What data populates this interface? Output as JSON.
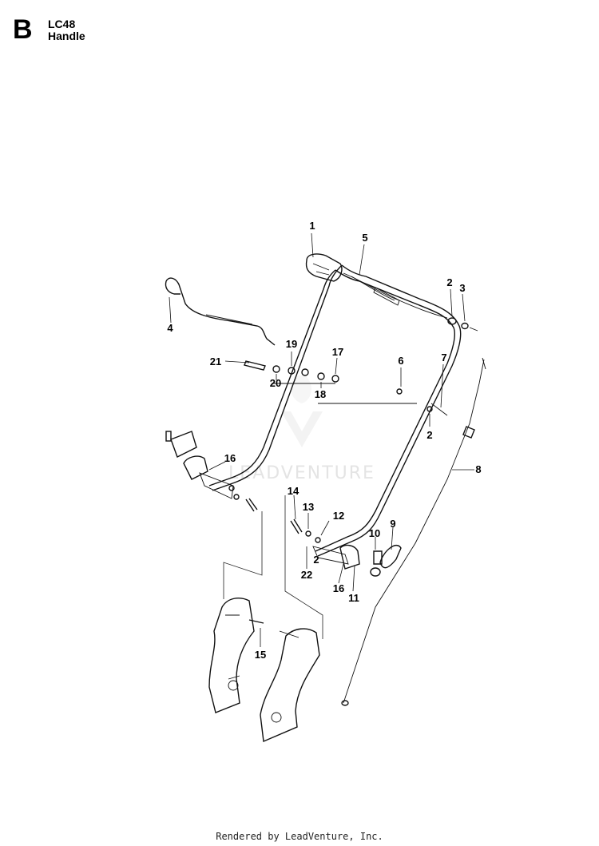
{
  "header": {
    "section_letter": "B",
    "model": "LC48",
    "title": "Handle"
  },
  "watermark": {
    "text": "LEADVENTURE"
  },
  "footer": {
    "text": "Rendered by LeadVenture, Inc."
  },
  "callouts": [
    "1",
    "5",
    "2",
    "3",
    "4",
    "19",
    "17",
    "21",
    "20",
    "18",
    "6",
    "7",
    "2",
    "8",
    "16",
    "14",
    "13",
    "12",
    "9",
    "10",
    "2",
    "22",
    "16",
    "11",
    "15"
  ]
}
